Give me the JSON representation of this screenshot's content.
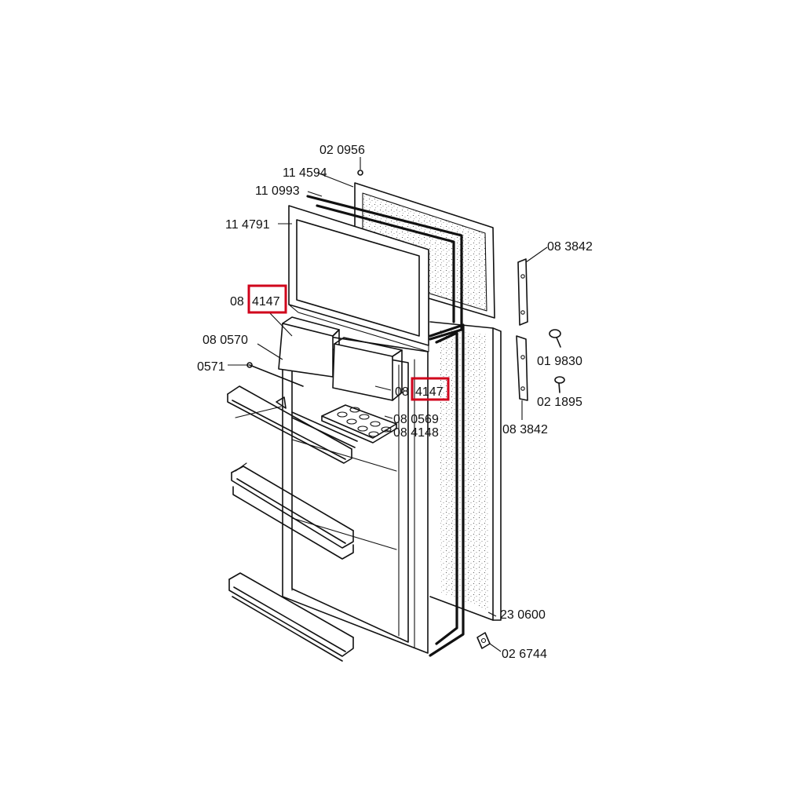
{
  "diagram": {
    "labels": {
      "p020956": "02 0956",
      "p114594": "11 4594",
      "p110993": "11 0993",
      "p114791": "11 4791",
      "p084147a_prefix": "08",
      "p084147a_code": "4147",
      "p080570": "08 0570",
      "p0571": "0571",
      "p084147b_prefix": "08",
      "p084147b_code": "4147",
      "p080569": "08 0569",
      "p084148": "08 4148",
      "p083842a": "08 3842",
      "p019830": "01 9830",
      "p021895": "02 1895",
      "p083842b": "08 3842",
      "p230600": "23 0600",
      "p026744": "02 6744"
    },
    "colors": {
      "line": "#111111",
      "highlight": "#d0021b",
      "background": "#ffffff"
    }
  }
}
